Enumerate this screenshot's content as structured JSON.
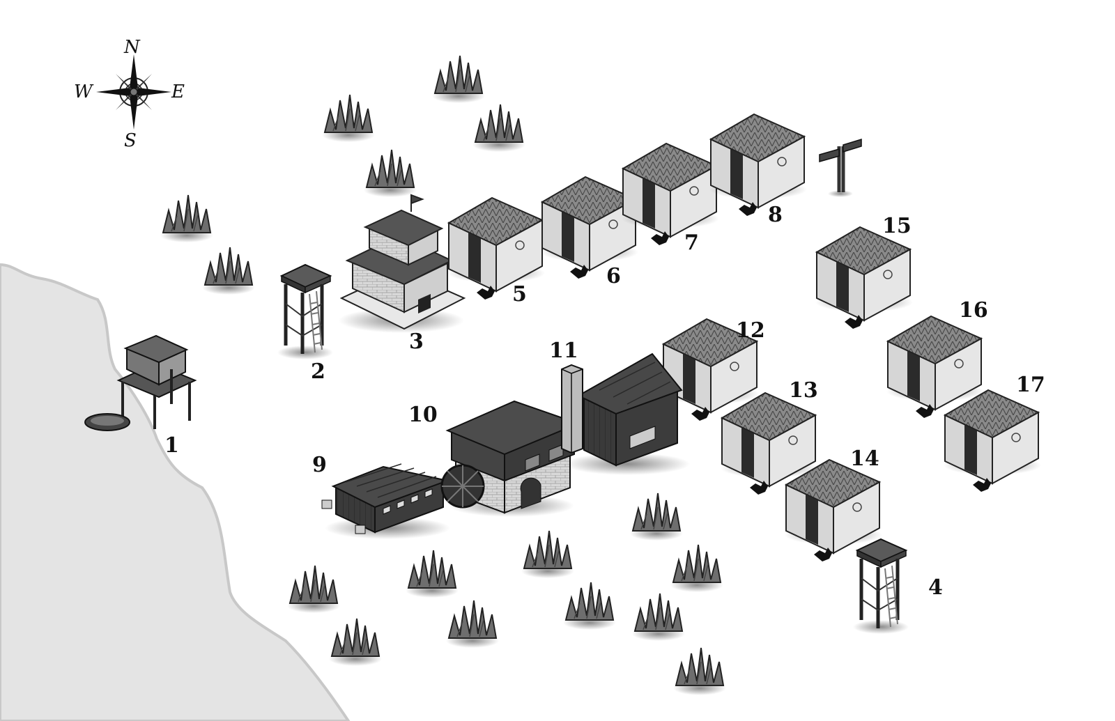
{
  "compass": {
    "north": "N",
    "south": "S",
    "east": "E",
    "west": "W"
  },
  "locations": [
    {
      "label": "1",
      "kind": "fishing-hut"
    },
    {
      "label": "2",
      "kind": "watchtower"
    },
    {
      "label": "3",
      "kind": "town-hall"
    },
    {
      "label": "4",
      "kind": "watchtower"
    },
    {
      "label": "5",
      "kind": "tent"
    },
    {
      "label": "6",
      "kind": "tent"
    },
    {
      "label": "7",
      "kind": "tent"
    },
    {
      "label": "8",
      "kind": "tent"
    },
    {
      "label": "9",
      "kind": "warehouse"
    },
    {
      "label": "10",
      "kind": "watermill"
    },
    {
      "label": "11",
      "kind": "forge"
    },
    {
      "label": "12",
      "kind": "tent"
    },
    {
      "label": "13",
      "kind": "tent"
    },
    {
      "label": "14",
      "kind": "tent"
    },
    {
      "label": "15",
      "kind": "tent"
    },
    {
      "label": "16",
      "kind": "tent"
    },
    {
      "label": "17",
      "kind": "tent"
    }
  ]
}
